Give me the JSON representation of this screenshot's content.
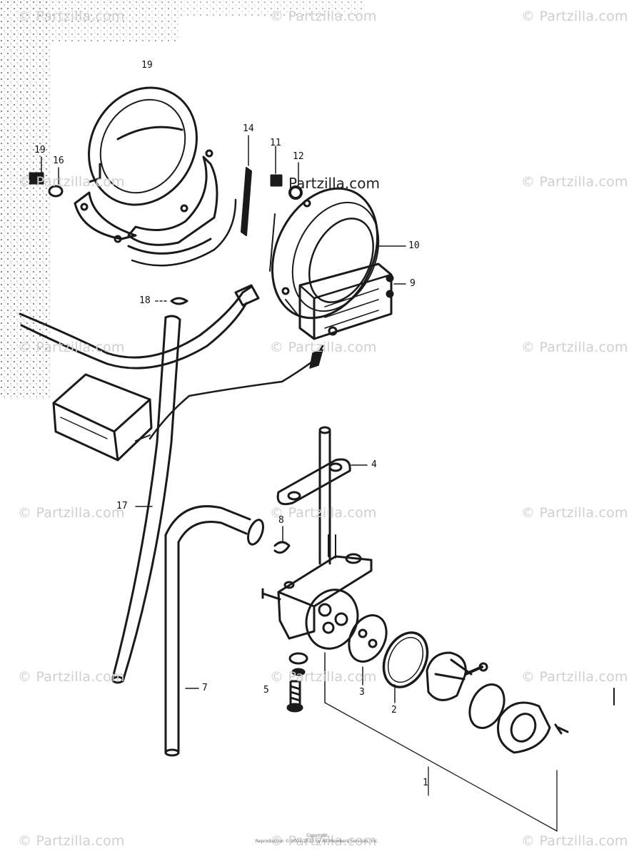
{
  "watermarks": {
    "brand": "© Partzilla.com",
    "main": "Partzilla.com"
  },
  "callouts": [
    "1",
    "2",
    "3",
    "4",
    "5",
    "7",
    "8",
    "9",
    "10",
    "11",
    "12",
    "14",
    "16",
    "17",
    "18",
    "19",
    "19"
  ],
  "footer": {
    "line1": "Copyright",
    "line2": "Reproduction © 2001-2013 by All Members Services, Inc."
  },
  "colors": {
    "ink": "#1a1a1a",
    "watermark": "#cfcfcf"
  }
}
